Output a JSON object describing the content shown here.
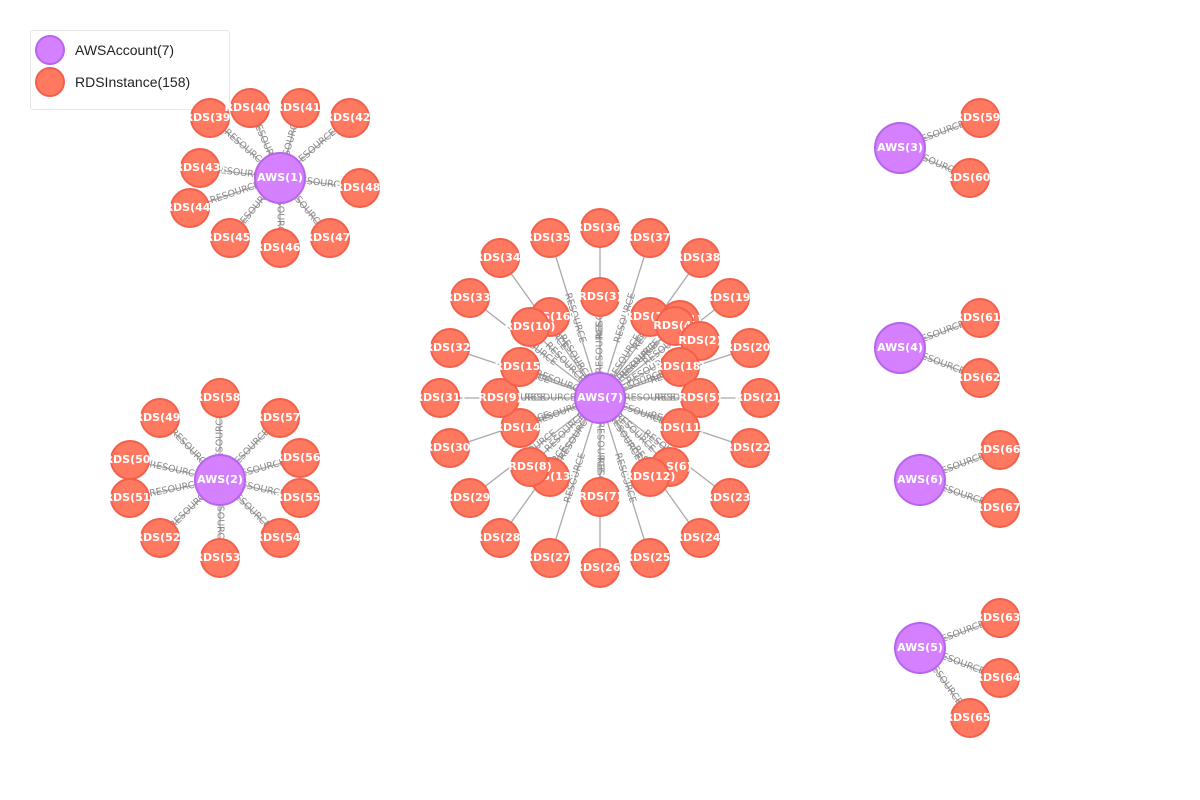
{
  "legend": {
    "items": [
      {
        "label": "AWSAccount(7)",
        "fill": "#d580ff",
        "stroke": "#b55fe0"
      },
      {
        "label": "RDSInstance(158)",
        "fill": "#ff7961",
        "stroke": "#f05a44"
      }
    ]
  },
  "edge_label": "RESOURCE",
  "colors": {
    "account_fill": "#d580ff",
    "account_stroke": "#b864ee",
    "rds_fill": "#ff7961",
    "rds_stroke": "#f2604b",
    "edge": "#aaaaaa",
    "edge_label": "#888888"
  },
  "clusters": [
    {
      "account": "AWS(7)",
      "rds": [
        "RDS(3)",
        "RDS(16)",
        "RDS(17)",
        "RDS(1)",
        "RDS(4)",
        "RDS(2)",
        "RDS(18)",
        "RDS(5)",
        "RDS(11)",
        "RDS(6)",
        "RDS(12)",
        "RDS(7)",
        "RDS(13)",
        "RDS(8)",
        "RDS(14)",
        "RDS(9)",
        "RDS(15)",
        "RDS(10)",
        "RDS(36)",
        "RDS(37)",
        "RDS(38)",
        "RDS(19)",
        "RDS(20)",
        "RDS(21)",
        "RDS(22)",
        "RDS(23)",
        "RDS(24)",
        "RDS(25)",
        "RDS(26)",
        "RDS(27)",
        "RDS(28)",
        "RDS(29)",
        "RDS(30)",
        "RDS(31)",
        "RDS(32)",
        "RDS(33)",
        "RDS(34)",
        "RDS(35)"
      ]
    },
    {
      "account": "AWS(1)",
      "rds": [
        "RDS(39)",
        "RDS(40)",
        "RDS(41)",
        "RDS(42)",
        "RDS(43)",
        "RDS(48)",
        "RDS(44)",
        "RDS(45)",
        "RDS(46)",
        "RDS(47)"
      ]
    },
    {
      "account": "AWS(2)",
      "rds": [
        "RDS(49)",
        "RDS(58)",
        "RDS(57)",
        "RDS(50)",
        "RDS(56)",
        "RDS(51)",
        "RDS(55)",
        "RDS(52)",
        "RDS(53)",
        "RDS(54)"
      ]
    },
    {
      "account": "AWS(3)",
      "rds": [
        "RDS(59)",
        "RDS(60)"
      ]
    },
    {
      "account": "AWS(4)",
      "rds": [
        "RDS(61)",
        "RDS(62)"
      ]
    },
    {
      "account": "AWS(6)",
      "rds": [
        "RDS(66)",
        "RDS(67)"
      ]
    },
    {
      "account": "AWS(5)",
      "rds": [
        "RDS(63)",
        "RDS(64)",
        "RDS(65)"
      ]
    }
  ]
}
